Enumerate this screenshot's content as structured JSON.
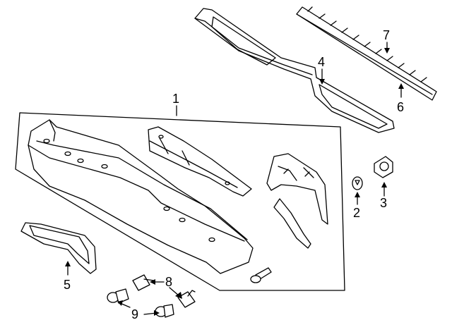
{
  "diagram": {
    "parts": [
      {
        "callout": "1",
        "icon": "rear-bumper-assembly"
      },
      {
        "callout": "2",
        "icon": "nut"
      },
      {
        "callout": "3",
        "icon": "bolt"
      },
      {
        "callout": "4",
        "icon": "step-pad"
      },
      {
        "callout": "5",
        "icon": "end-pad"
      },
      {
        "callout": "6",
        "icon": "step-pad-strip"
      },
      {
        "callout": "7",
        "icon": "retainer-clip"
      },
      {
        "callout": "8",
        "icon": "parking-sensor-wiring"
      },
      {
        "callout": "9",
        "icon": "parking-sensor"
      }
    ],
    "colors": {
      "line": "#000000",
      "background": "#ffffff"
    }
  }
}
